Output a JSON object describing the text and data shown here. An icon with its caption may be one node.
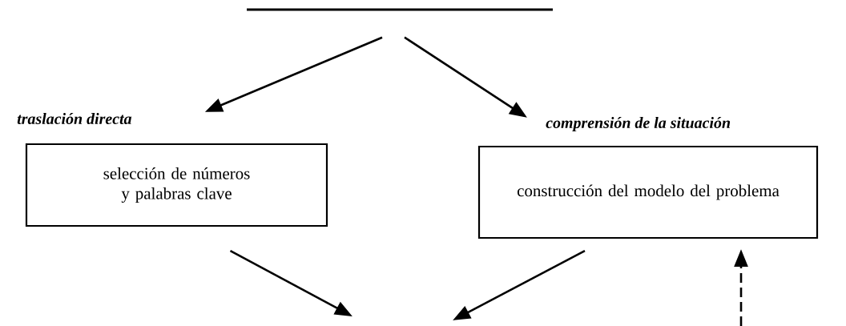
{
  "diagram": {
    "nodes": [
      {
        "text": [],
        "shape": "bar"
      },
      {
        "text": [
          "traslación directa",
          "selección de números y palabras clave"
        ]
      },
      {
        "text": [
          "comprensión de la situación",
          "construcción del modelo del problema"
        ]
      }
    ],
    "edges": [
      {
        "from": 0,
        "to": 1,
        "arrow": "to"
      },
      {
        "from": 0,
        "to": 2,
        "arrow": "to"
      },
      {
        "from": 1,
        "to": null,
        "arrow": "to"
      },
      {
        "from": 2,
        "to": null,
        "arrow": "to"
      },
      {
        "from": null,
        "to": 2,
        "arrow": "to",
        "style": "dashed"
      }
    ]
  }
}
